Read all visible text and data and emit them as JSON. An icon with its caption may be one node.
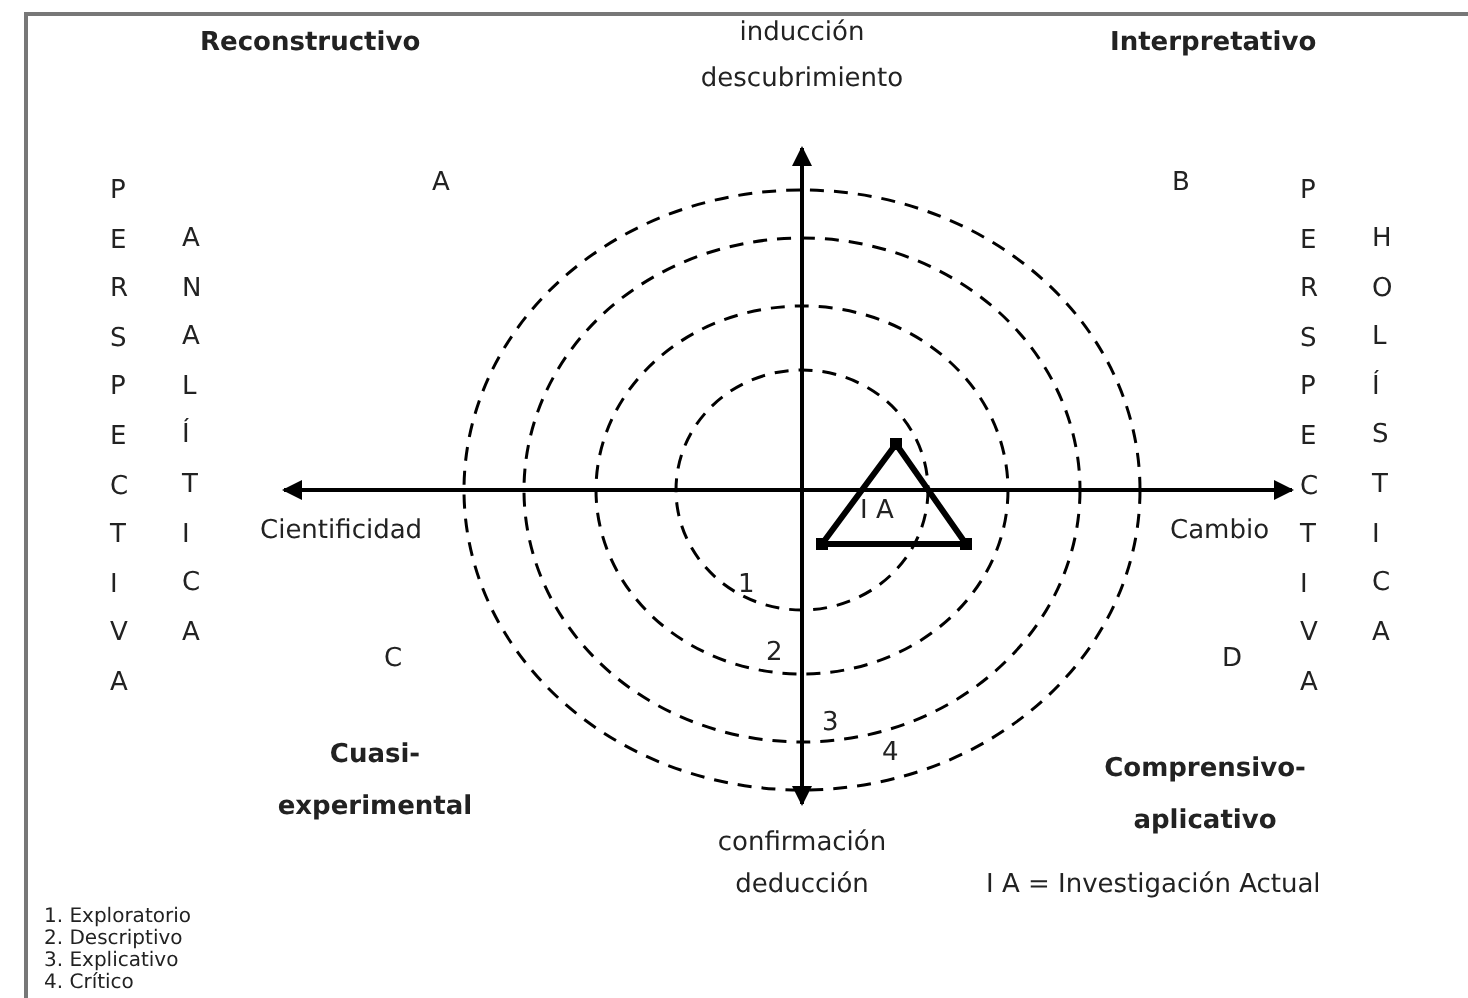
{
  "diagram": {
    "nodes": [
      {
        "text": [
          "I A"
        ]
      }
    ],
    "edges": [],
    "labels": [
      "Reconstructivo",
      "inducción",
      "Interpretativo",
      "descubrimiento",
      "A",
      "B",
      "PERSPECTIVA",
      "ANALÍTICA",
      "PERSPECTIVA",
      "HOLÍSTICA",
      "Cientificidad",
      "Cambio",
      "1",
      "2",
      "3",
      "4",
      "C",
      "D",
      "Cuasi-experimental",
      "Comprensivo-aplicativo",
      "confirmación",
      "deducción",
      "I A = Investigación Actual",
      "1. Exploratorio",
      "2. Descriptivo",
      "3. Explicativo",
      "4. Crítico"
    ]
  }
}
